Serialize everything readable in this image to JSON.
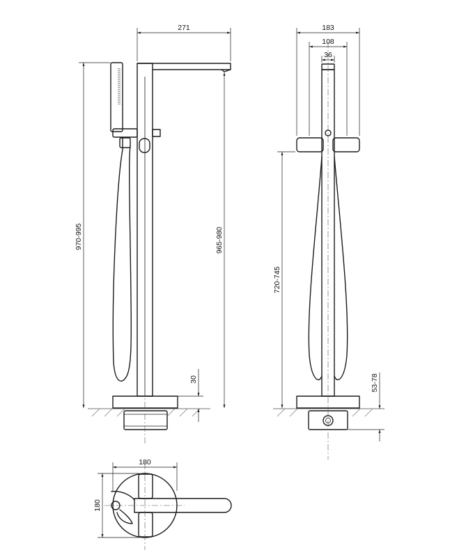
{
  "dimensions": {
    "spout_reach": "271",
    "total_height": "970-995",
    "spout_height": "965-980",
    "base_height": "30",
    "overall_width": "183",
    "handle_width": "108",
    "spout_width": "36",
    "handle_height": "720-745",
    "floor_depth": "53-78",
    "base_plan_width": "180",
    "base_plan_depth": "180"
  }
}
